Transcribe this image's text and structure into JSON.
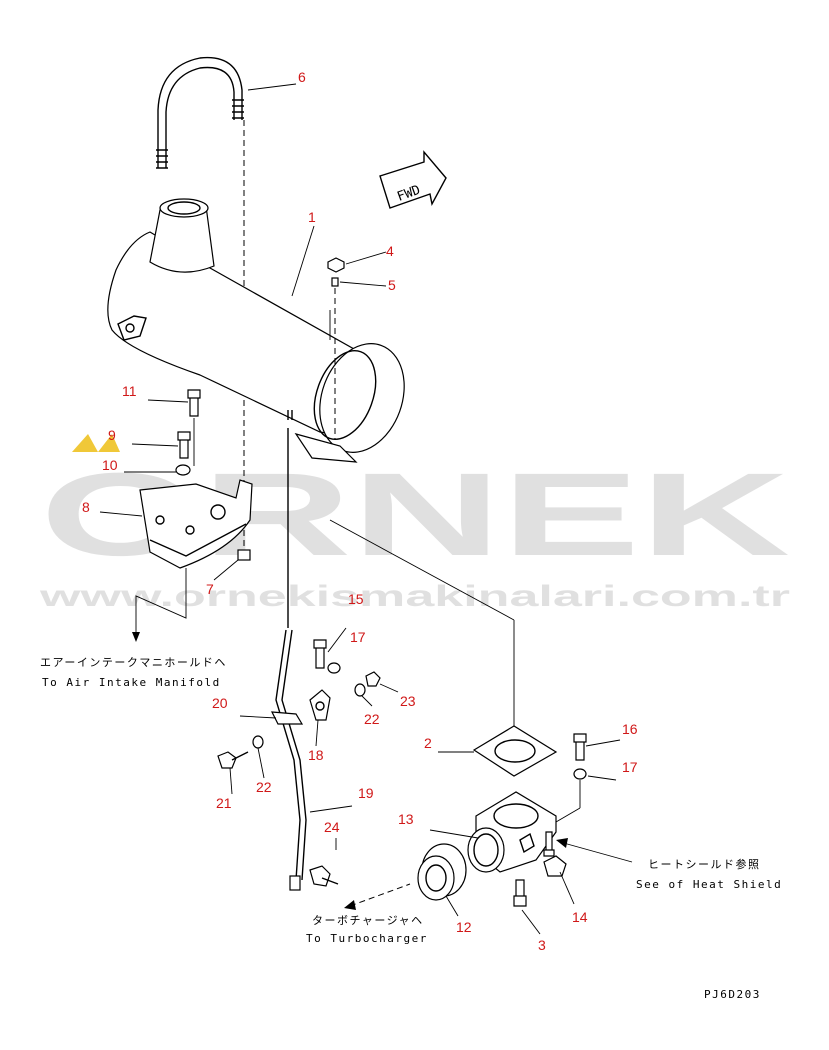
{
  "watermark": {
    "brand": "ORNEK",
    "url": "www.ornekismakinalari.com.tr",
    "accent_color": "#f0c838"
  },
  "callouts": [
    "1",
    "2",
    "3",
    "4",
    "5",
    "6",
    "7",
    "8",
    "9",
    "10",
    "11",
    "12",
    "13",
    "14",
    "15",
    "16",
    "17",
    "17",
    "18",
    "19",
    "20",
    "21",
    "22",
    "22",
    "23",
    "24"
  ],
  "notes": {
    "air_intake_jp": "エアーインテークマニホールドヘ",
    "air_intake_en": "To Air Intake Manifold",
    "turbo_jp": "ターボチャージャヘ",
    "turbo_en": "To Turbocharger",
    "heat_shield_jp": "ヒートシールド参照",
    "heat_shield_en": "See of Heat Shield",
    "fwd": "FWD"
  },
  "drawing_code": "PJ6D203",
  "colors": {
    "callout": "#d01818",
    "line": "#000000",
    "watermark": "#c8c8c8"
  }
}
